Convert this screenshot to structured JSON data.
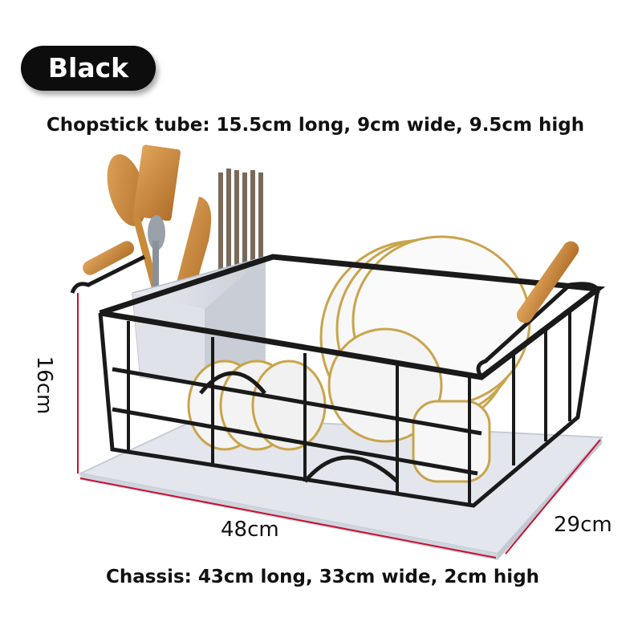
{
  "badge": {
    "label": "Black"
  },
  "captions": {
    "top": "Chopstick tube: 15.5cm long, 9cm wide, 9.5cm high",
    "bottom": "Chassis: 43cm long, 33cm wide, 2cm high"
  },
  "dimensions": {
    "height": "16cm",
    "length": "48cm",
    "width": "29cm"
  },
  "colors": {
    "badge": "#0d0d0d",
    "measure_line": "#c8102e",
    "rack": "#1a1a1a",
    "wood": "#c98a3c",
    "tray": "#e4e8ee"
  }
}
